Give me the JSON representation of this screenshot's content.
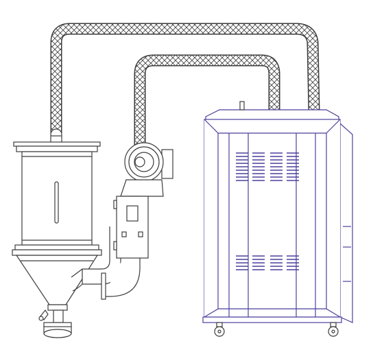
{
  "figure": {
    "colors": {
      "line": "#3c3c3c",
      "accent": "#4b3f9c",
      "hose_fill": "#ffffff"
    },
    "components": [
      "hopper-dryer",
      "feed-hose",
      "return-hose",
      "blower-motor",
      "control-box",
      "dehumidifier-cabinet"
    ]
  }
}
